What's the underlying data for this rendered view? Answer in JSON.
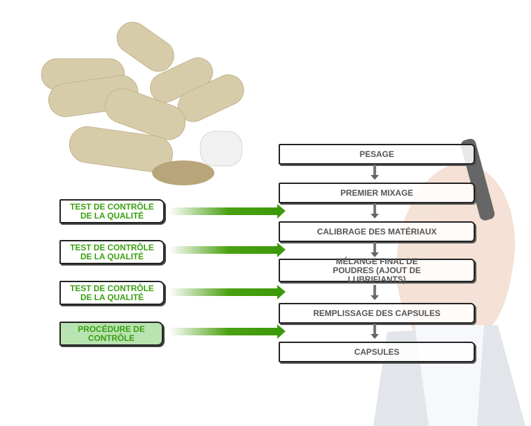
{
  "steps": [
    "PESAGE",
    "PREMIER MIXAGE",
    "CALIBRAGE DES MATÉRIAUX",
    "MÉLANGE FINAL DE POUDRES (AJOUT DE LUBRIFIANTS)",
    "REMPLISSAGE DES CAPSULES",
    "CAPSULES"
  ],
  "controls": [
    "TEST DE CONTRÔLE DE LA QUALITÉ",
    "TEST DE CONTRÔLE DE LA QUALITÉ",
    "TEST DE CONTRÔLE DE LA QUALITÉ",
    "PROCÉDURE DE CONTRÔLE"
  ],
  "colors": {
    "control_text": "#3aa010",
    "procedure_fill": "#b9e3b0",
    "step_text": "#555555"
  }
}
